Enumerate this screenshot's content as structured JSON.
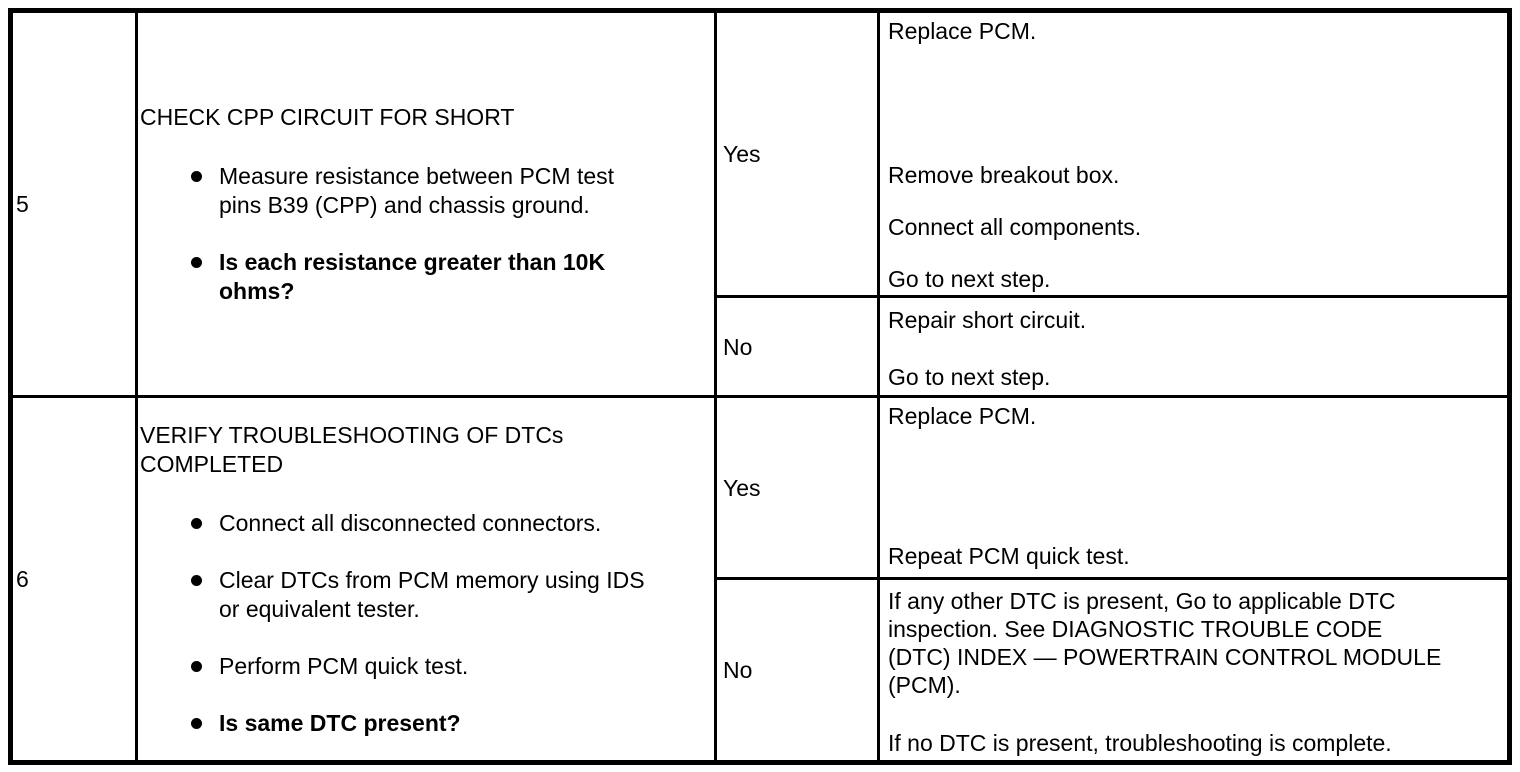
{
  "colors": {
    "text": "#000000",
    "border": "#000000",
    "background": "#ffffff"
  },
  "table": {
    "steps": [
      {
        "step": "5",
        "action": {
          "title": "CHECK CPP CIRCUIT FOR SHORT",
          "bullets": [
            {
              "lines": [
                "Measure resistance between PCM test",
                "pins B39 (CPP) and chassis ground."
              ],
              "bold": false
            },
            {
              "lines": [
                "Is each resistance greater than 10K",
                "ohms?"
              ],
              "bold": true
            }
          ]
        },
        "yes": {
          "label": "Yes",
          "paragraphs": [
            [
              "Replace PCM."
            ],
            [
              "Remove breakout box."
            ],
            [
              "Connect all components."
            ],
            [
              "Go to next step."
            ]
          ]
        },
        "no": {
          "label": "No",
          "paragraphs": [
            [
              "Repair short circuit."
            ],
            [
              "Go to next step."
            ]
          ]
        }
      },
      {
        "step": "6",
        "action": {
          "title": [
            "VERIFY TROUBLESHOOTING OF DTCs",
            "COMPLETED"
          ],
          "bullets": [
            {
              "lines": [
                "Connect all disconnected connectors."
              ],
              "bold": false
            },
            {
              "lines": [
                "Clear DTCs from PCM memory using IDS",
                "or equivalent tester."
              ],
              "bold": false
            },
            {
              "lines": [
                "Perform PCM quick test."
              ],
              "bold": false
            },
            {
              "lines": [
                "Is same DTC present?"
              ],
              "bold": true
            }
          ]
        },
        "yes": {
          "label": "Yes",
          "paragraphs": [
            [
              "Replace PCM."
            ],
            [
              "Repeat PCM quick test."
            ]
          ]
        },
        "no": {
          "label": "No",
          "paragraphs": [
            [
              "If any other DTC is present, Go to applicable DTC",
              "inspection. See DIAGNOSTIC TROUBLE CODE",
              "(DTC) INDEX — POWERTRAIN CONTROL MODULE",
              "(PCM)."
            ],
            [
              "If no DTC is present, troubleshooting is complete."
            ]
          ]
        }
      }
    ]
  }
}
